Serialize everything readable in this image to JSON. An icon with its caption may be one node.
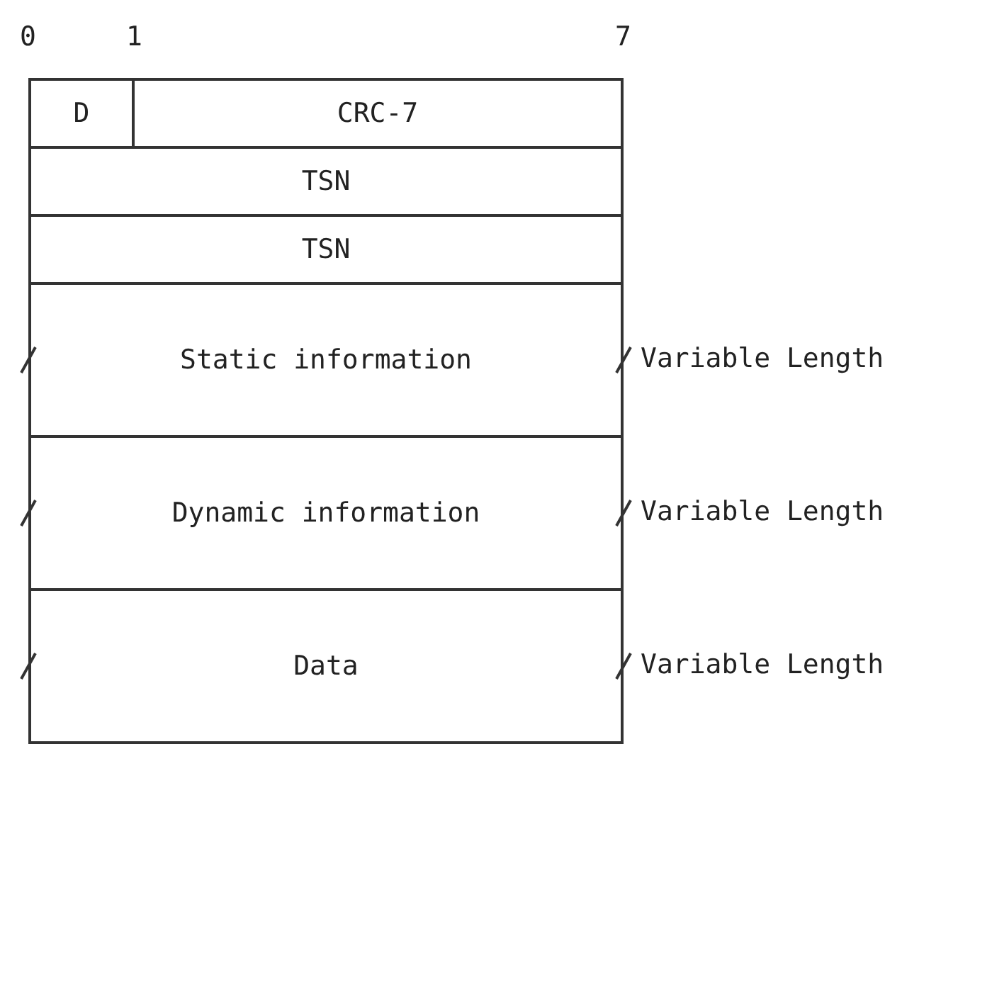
{
  "diagram": {
    "nodes": [
      {
        "text": [
          "D"
        ]
      },
      {
        "text": [
          "CRC-7"
        ]
      },
      {
        "text": [
          "TSN"
        ]
      },
      {
        "text": [
          "TSN"
        ]
      },
      {
        "text": [
          "Static information"
        ],
        "beside": [
          "Variable Length"
        ]
      },
      {
        "text": [
          "Dynamic information"
        ],
        "beside": [
          "Variable Length"
        ]
      },
      {
        "text": [
          "Data"
        ],
        "beside": [
          "Variable Length"
        ]
      }
    ],
    "labels": [
      "0",
      "1",
      "7"
    ]
  }
}
